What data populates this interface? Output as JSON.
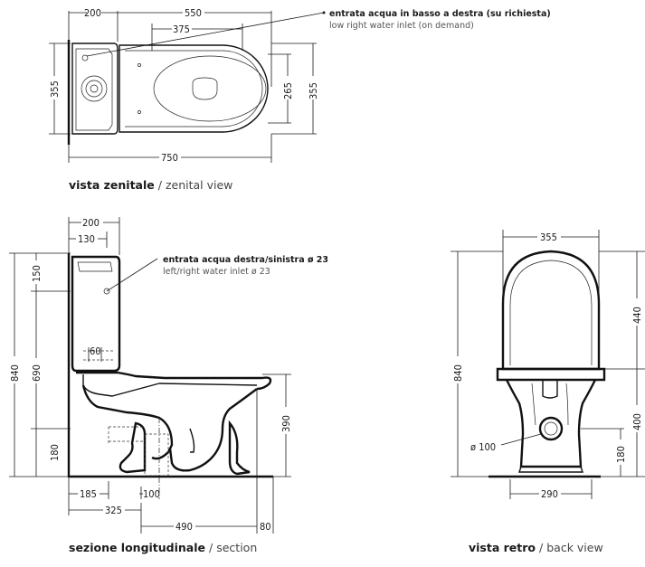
{
  "zenital": {
    "dims": {
      "top_left": "200",
      "top_total": "550",
      "top_inner": "375",
      "left_height": "355",
      "right_inner": "265",
      "right_outer": "355",
      "bottom_total": "750"
    },
    "note_it": "entrata acqua in basso a destra (su richiesta)",
    "note_en": "low right water inlet (on demand)",
    "caption_bold": "vista zenitale",
    "caption_sep": "/",
    "caption_en": "zenital view"
  },
  "section": {
    "dims": {
      "top_200": "200",
      "top_130": "130",
      "left_150": "150",
      "left_840": "840",
      "left_690": "690",
      "left_180": "180",
      "inner_60": "60",
      "right_390": "390",
      "b_185": "185",
      "b_100": "100",
      "b_325": "325",
      "b_490": "490",
      "b_80": "80"
    },
    "note_it": "entrata acqua destra/sinistra ø 23",
    "note_en": "left/right water inlet ø 23",
    "caption_bold": "sezione longitudinale",
    "caption_sep": "/",
    "caption_en": "section"
  },
  "back": {
    "dims": {
      "top_355": "355",
      "right_440": "440",
      "right_400": "400",
      "right_180": "180",
      "left_840": "840",
      "outlet": "ø 100",
      "bottom_290": "290"
    },
    "caption_bold": "vista retro",
    "caption_sep": "/",
    "caption_en": "back view"
  }
}
